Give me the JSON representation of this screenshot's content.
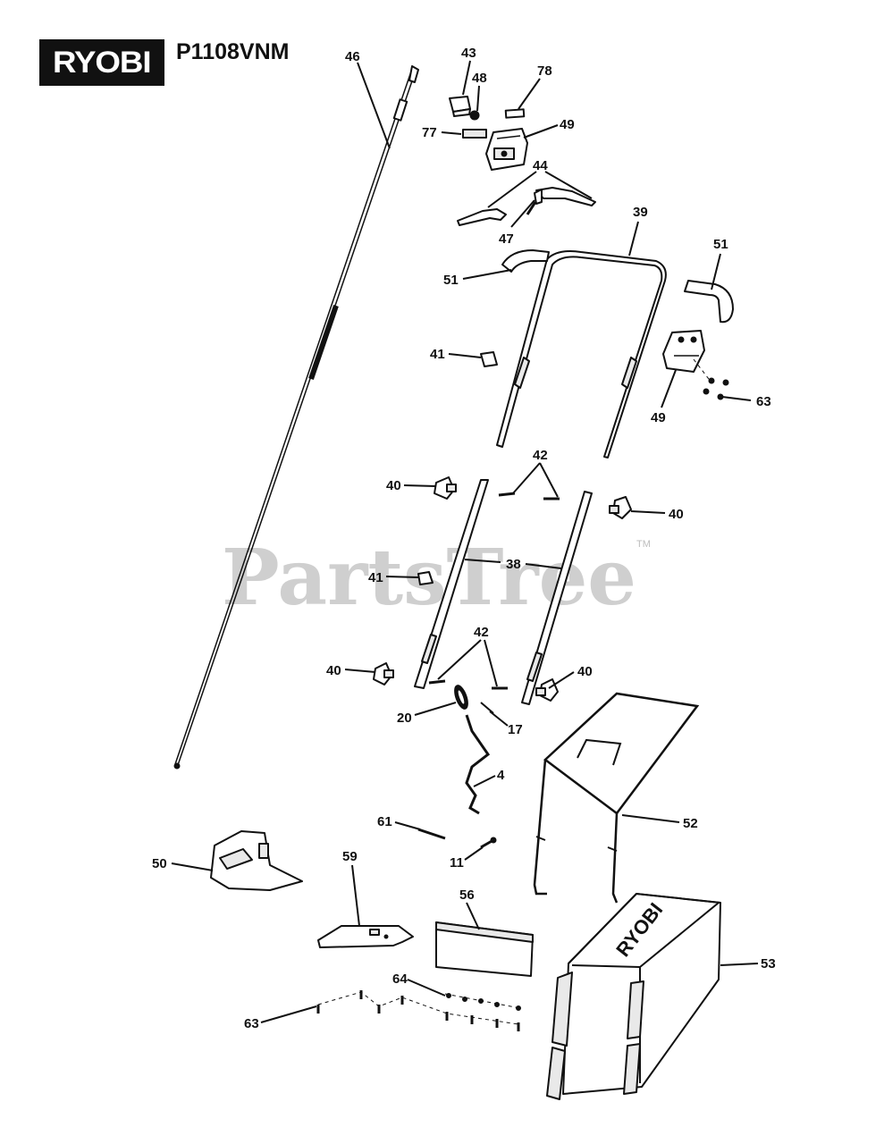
{
  "header": {
    "brand": "RYOBI",
    "model": "P1108VNM"
  },
  "watermark": {
    "text": "PartsTree",
    "trademark": "TM"
  },
  "bag_logo": "RYOBI",
  "callouts": [
    {
      "id": "c46",
      "label": "46"
    },
    {
      "id": "c43",
      "label": "43"
    },
    {
      "id": "c48",
      "label": "48"
    },
    {
      "id": "c78",
      "label": "78"
    },
    {
      "id": "c77",
      "label": "77"
    },
    {
      "id": "c49a",
      "label": "49"
    },
    {
      "id": "c44",
      "label": "44"
    },
    {
      "id": "c47",
      "label": "47"
    },
    {
      "id": "c39",
      "label": "39"
    },
    {
      "id": "c51a",
      "label": "51"
    },
    {
      "id": "c51b",
      "label": "51"
    },
    {
      "id": "c41a",
      "label": "41"
    },
    {
      "id": "c49b",
      "label": "49"
    },
    {
      "id": "c63a",
      "label": "63"
    },
    {
      "id": "c42a",
      "label": "42"
    },
    {
      "id": "c40a",
      "label": "40"
    },
    {
      "id": "c40b",
      "label": "40"
    },
    {
      "id": "c38",
      "label": "38"
    },
    {
      "id": "c41b",
      "label": "41"
    },
    {
      "id": "c42b",
      "label": "42"
    },
    {
      "id": "c40c",
      "label": "40"
    },
    {
      "id": "c40d",
      "label": "40"
    },
    {
      "id": "c20",
      "label": "20"
    },
    {
      "id": "c17",
      "label": "17"
    },
    {
      "id": "c4",
      "label": "4"
    },
    {
      "id": "c52",
      "label": "52"
    },
    {
      "id": "c61",
      "label": "61"
    },
    {
      "id": "c11",
      "label": "11"
    },
    {
      "id": "c50",
      "label": "50"
    },
    {
      "id": "c59",
      "label": "59"
    },
    {
      "id": "c56",
      "label": "56"
    },
    {
      "id": "c53",
      "label": "53"
    },
    {
      "id": "c64",
      "label": "64"
    },
    {
      "id": "c63b",
      "label": "63"
    }
  ]
}
